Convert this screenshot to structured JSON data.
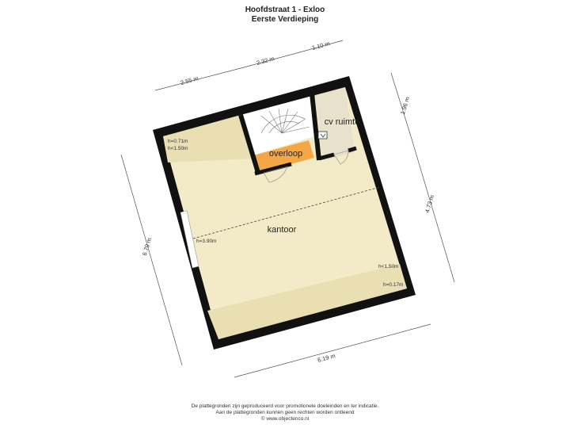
{
  "header": {
    "title": "Hoofdstraat 1 - Exloo",
    "subtitle": "Eerste Verdieping"
  },
  "rooms": {
    "kantoor": "kantoor",
    "overloop": "overloop",
    "cv": "cv ruimte"
  },
  "heights": {
    "h071": "h=0.71m",
    "h150_left": "h<1.50m",
    "h390": "h=3.90m",
    "h150_right": "h<1.50m",
    "h017": "h=0.17m"
  },
  "dimensions": {
    "top_left": "2.55 m",
    "top_mid": "2.32 m",
    "top_right": "1.10 m",
    "right_top": "1.96 m",
    "right_bottom": "4.73 m",
    "left": "6.79 m",
    "bottom": "6.19 m"
  },
  "footer": {
    "line1": "De plattegronden zijn geproduceerd voor promotionele doeleinden en ter indicatie.",
    "line2": "Aan de plattegronden kunnen geen rechten worden ontleend",
    "line3": "© www.objectenco.nl"
  },
  "colors": {
    "wall": "#111111",
    "floor": "#f3ebc8",
    "floor_low": "#e9dfb2",
    "overloop": "#f3a845",
    "cv": "#e8e1cb"
  }
}
